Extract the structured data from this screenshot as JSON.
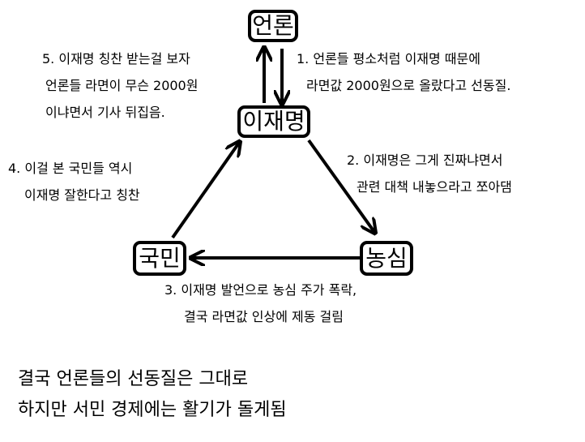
{
  "nodes": {
    "media": "언론",
    "lee": "이재명",
    "nongshim": "농심",
    "citizens": "국민"
  },
  "steps": [
    {
      "lines": [
        "1. 언론들 평소처럼 이재명 때문에",
        "라면값 2000원으로 올랐다고 선동질."
      ]
    },
    {
      "lines": [
        "2. 이재명은 그게 진짜냐면서",
        "관련 대책 내놓으라고 쪼아댐"
      ]
    },
    {
      "lines": [
        "3. 이재명 발언으로 농심 주가 폭락,",
        "결국 라면값 인상에 제동 걸림"
      ]
    },
    {
      "lines": [
        "4. 이걸 본 국민들 역시",
        "이재명 잘한다고 칭찬"
      ]
    },
    {
      "lines": [
        "5. 이재명 칭찬 받는걸 보자",
        "언론들 라면이 무슨 2000원",
        "이냐면서 기사 뒤집음."
      ]
    }
  ],
  "summary": [
    "결국 언론들의 선동질은 그대로",
    "하지만 서민 경제에는 활기가 돌게됨"
  ]
}
